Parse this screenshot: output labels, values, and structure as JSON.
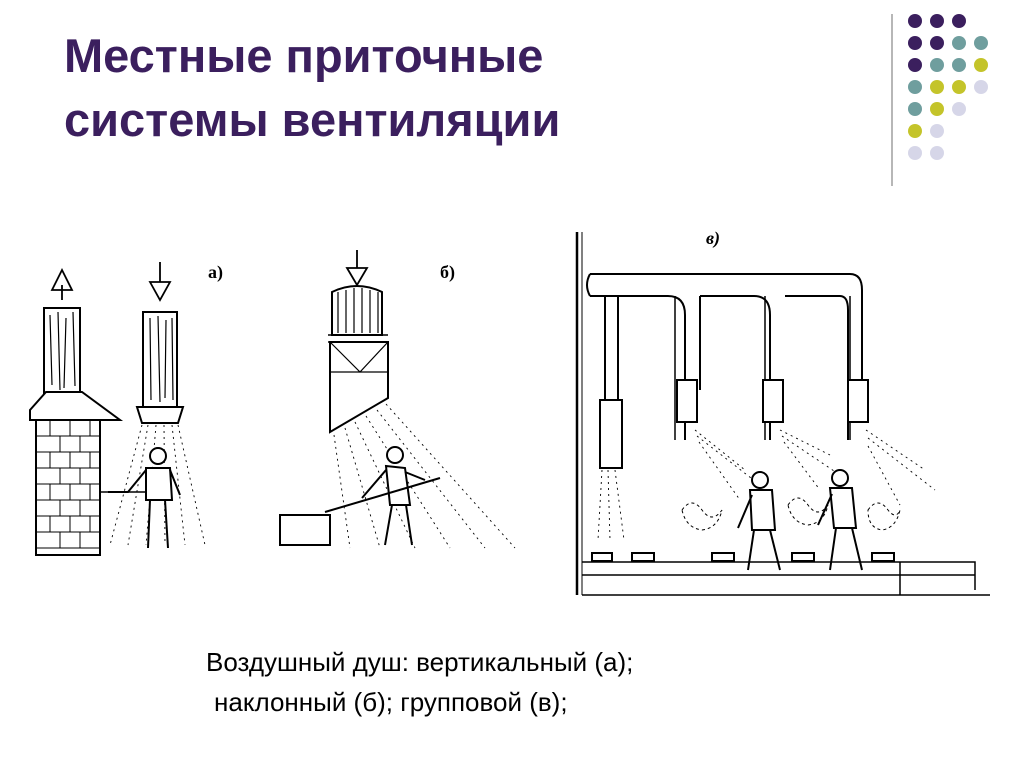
{
  "slide": {
    "title_line1": "Местные приточные",
    "title_line2": "системы вентиляции",
    "caption_line1": "Воздушный душ: вертикальный (а);",
    "caption_line2": "наклонный (б); групповой (в);"
  },
  "figure": {
    "label_a": "а)",
    "label_b": "б)",
    "label_v": "в)"
  },
  "decor": {
    "dot_colors": [
      "#3b1f5e",
      "#6f9e9e",
      "#c4c42a",
      "#d6d6e8"
    ]
  }
}
